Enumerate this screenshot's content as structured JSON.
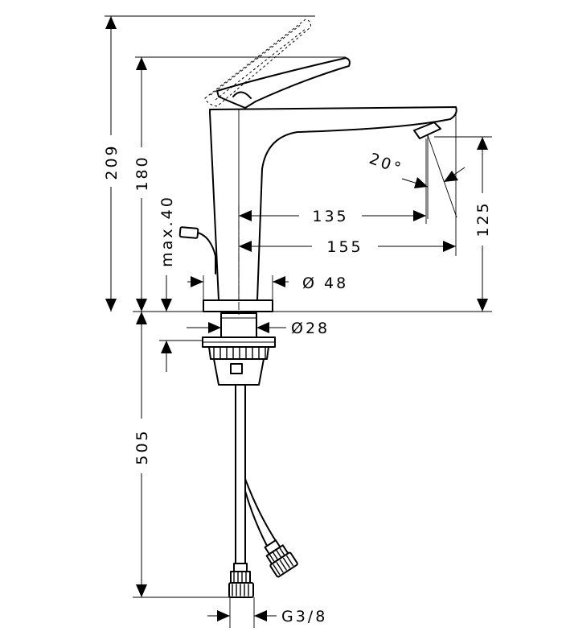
{
  "dimensions": {
    "total_height": "209",
    "spout_height": "180",
    "max_counter_thickness": "max.40",
    "reach_135": "135",
    "reach_155": "155",
    "outlet_height": "125",
    "spray_angle": "20°",
    "base_diameter": "Ø 48",
    "shank_diameter": "Ø28",
    "hose_length": "505",
    "connection_thread": "G3/8"
  }
}
